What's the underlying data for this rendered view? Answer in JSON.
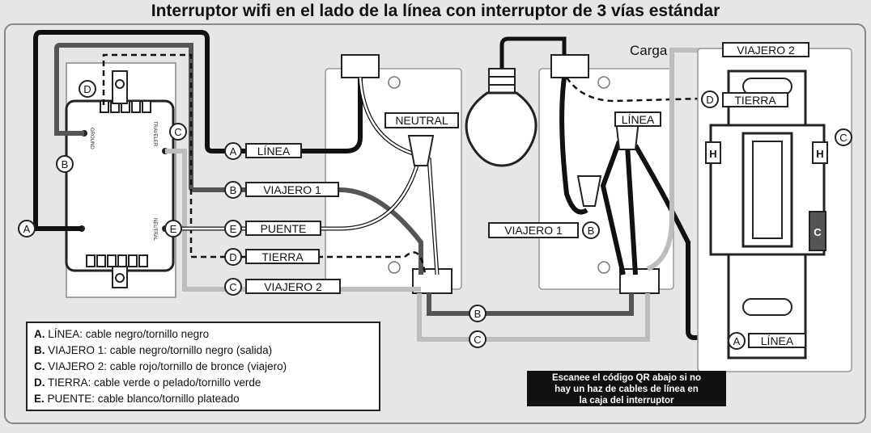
{
  "title": "Interruptor wifi en el lado de la línea con interruptor de 3 vías estándar",
  "labels": {
    "linea": "LÍNEA",
    "viajero1": "VIAJERO 1",
    "puente": "PUENTE",
    "tierra": "TIERRA",
    "viajero2": "VIAJERO 2",
    "neutral": "NEUTRAL",
    "carga": "Carga",
    "linea_box": "LÍNEA",
    "viajero2_top": "VIAJERO 2",
    "tierra_right": "TIERRA",
    "viajero1_right": "VIAJERO 1",
    "linea_bottom": "LÍNEA",
    "h": "H",
    "c_term": "C"
  },
  "markers": {
    "a": "A",
    "b": "B",
    "c": "C",
    "d": "D",
    "e": "E"
  },
  "switch_terminals": {
    "ground": "GROUND",
    "traveler": "TRAVELER",
    "neutral": "NEUTRAL"
  },
  "legend": [
    {
      "letter": "A.",
      "text": "LÍNEA: cable negro/tornillo negro"
    },
    {
      "letter": "B.",
      "text": "VIAJERO 1: cable negro/tornillo negro (salida)"
    },
    {
      "letter": "C.",
      "text": "VIAJERO 2: cable rojo/tornillo de bronce (viajero)"
    },
    {
      "letter": "D.",
      "text": "TIERRA: cable verde o pelado/tornillo verde"
    },
    {
      "letter": "E.",
      "text": "PUENTE: cable blanco/tornillo plateado"
    }
  ],
  "qr_note": [
    "Escanee el código QR abajo si no",
    "hay un haz de cables de línea en",
    "la caja del interruptor"
  ],
  "colors": {
    "black_wire": "#111111",
    "gray_wire": "#bdbdbd",
    "dark_wire": "#555555",
    "background": "#e6e6e6"
  }
}
